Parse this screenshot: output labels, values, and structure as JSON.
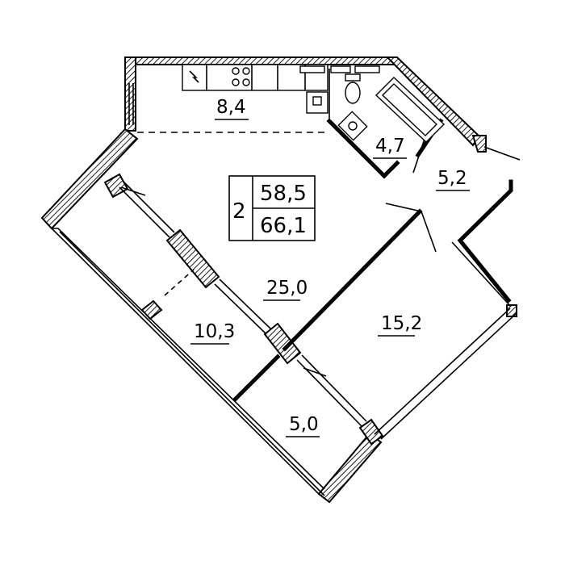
{
  "apartment": {
    "rooms_count": "2",
    "living_area": "58,5",
    "total_area": "66,1"
  },
  "rooms": {
    "kitchen": "8,4",
    "bathroom": "4,7",
    "hall": "5,2",
    "living_room": "25,0",
    "bedroom": "15,2",
    "loggia_large": "10,3",
    "loggia_small": "5,0"
  }
}
